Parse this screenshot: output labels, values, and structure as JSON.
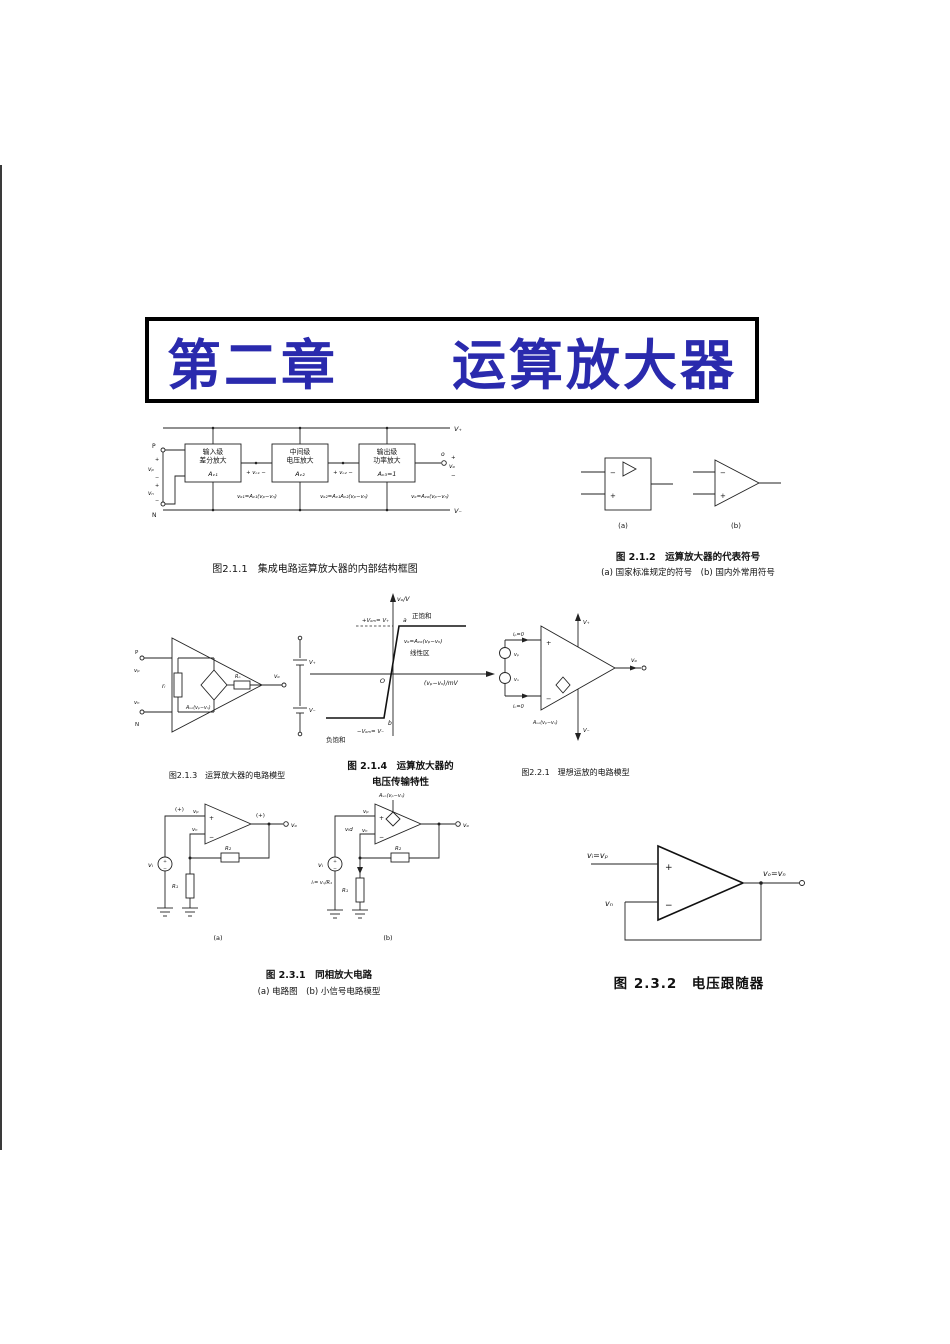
{
  "colors": {
    "title_blue": "#2a2aad",
    "ink": "#111111",
    "paper": "#ffffff"
  },
  "title": "第二章　　运算放大器",
  "fig211": {
    "vplus": "V₊",
    "vminus": "V₋",
    "p": "P",
    "n": "N",
    "vp": "vₚ",
    "vn": "vₙ",
    "plus": "+",
    "minus": "−",
    "b1l1": "输入级",
    "b1l2": "差分放大",
    "b1g": "Aᵥ₁",
    "b2l1": "中间级",
    "b2l2": "电压放大",
    "b2g": "Aᵥ₂",
    "b3l1": "输出级",
    "b3l2": "功率放大",
    "b3g": "Aᵥ₃=1",
    "vo1": "+ vₒ₁ −",
    "vo2": "+ vₒ₂ −",
    "o": "o",
    "vo": "vₒ",
    "eq1": "vₒ₁=Aᵥ₁(vₚ−vₙ)",
    "eq2": "vₒ₂=Aᵥ₁Aᵥ₂(vₚ−vₙ)",
    "eq3": "vₒ=Aᵥₒ(vₚ−vₙ)",
    "caption": "图2.1.1　集成电路运算放大器的内部结构框图"
  },
  "fig212": {
    "plus": "+",
    "minus": "−",
    "a": "(a)",
    "b": "(b)",
    "caption": "图 2.1.2　运算放大器的代表符号",
    "sub": "(a) 国家标准规定的符号　(b) 国内外常用符号"
  },
  "fig213": {
    "p": "P",
    "n": "N",
    "vp": "vₚ",
    "vn": "vₙ",
    "ri": "rᵢ",
    "ro": "Rₒ",
    "src": "Aᵥₒ(vₚ−vₙ)",
    "vo": "vₒ",
    "vplus": "V₊",
    "vminus": "V₋",
    "caption": "图2.1.3　运算放大器的电路模型"
  },
  "fig214": {
    "yaxis": "vₒ/V",
    "xaxis": "(vₚ−vₙ)/mV",
    "origin": "O",
    "a": "a",
    "b": "b",
    "vom_pos": "+Vₒₘ= V₊",
    "vom_neg": "−Vₒₘ= V₋",
    "possat": "正饱和",
    "negsat": "负饱和",
    "linear": "线性区",
    "eq": "vₒ=Aᵥₒ(vₚ−vₙ)",
    "caption1": "图 2.1.4　运算放大器的",
    "caption2": "电压传输特性"
  },
  "fig221": {
    "ip": "iₚ=0",
    "inn": "iₙ=0",
    "vp": "vₚ",
    "vn": "vₙ",
    "plus": "+",
    "minus": "−",
    "src": "Aᵥₒ(vₚ−vₙ)",
    "vo": "vₒ",
    "vplus": "V₊",
    "vminus": "V₋",
    "caption": "图2.2.1　理想运放的电路模型"
  },
  "fig231": {
    "vi": "vᵢ",
    "vp": "vₚ",
    "vn": "vₙ",
    "vo": "vₒ",
    "r1": "R₁",
    "r2": "R₂",
    "plus": "+",
    "minus": "−",
    "pplus": "(+)",
    "vid": "vᵢd",
    "src": "Aᵥₒ(vₚ−vₙ)",
    "ir": "iᵣ= vₙ/R₁",
    "a": "(a)",
    "b": "(b)",
    "caption": "图 2.3.1　同相放大电路",
    "sub": "(a) 电路图　(b) 小信号电路模型"
  },
  "fig232": {
    "vin": "vᵢ=vₚ",
    "vn": "vₙ",
    "vout": "vₒ=vₙ",
    "plus": "+",
    "minus": "−",
    "caption": "图 2.3.2　电压跟随器"
  }
}
